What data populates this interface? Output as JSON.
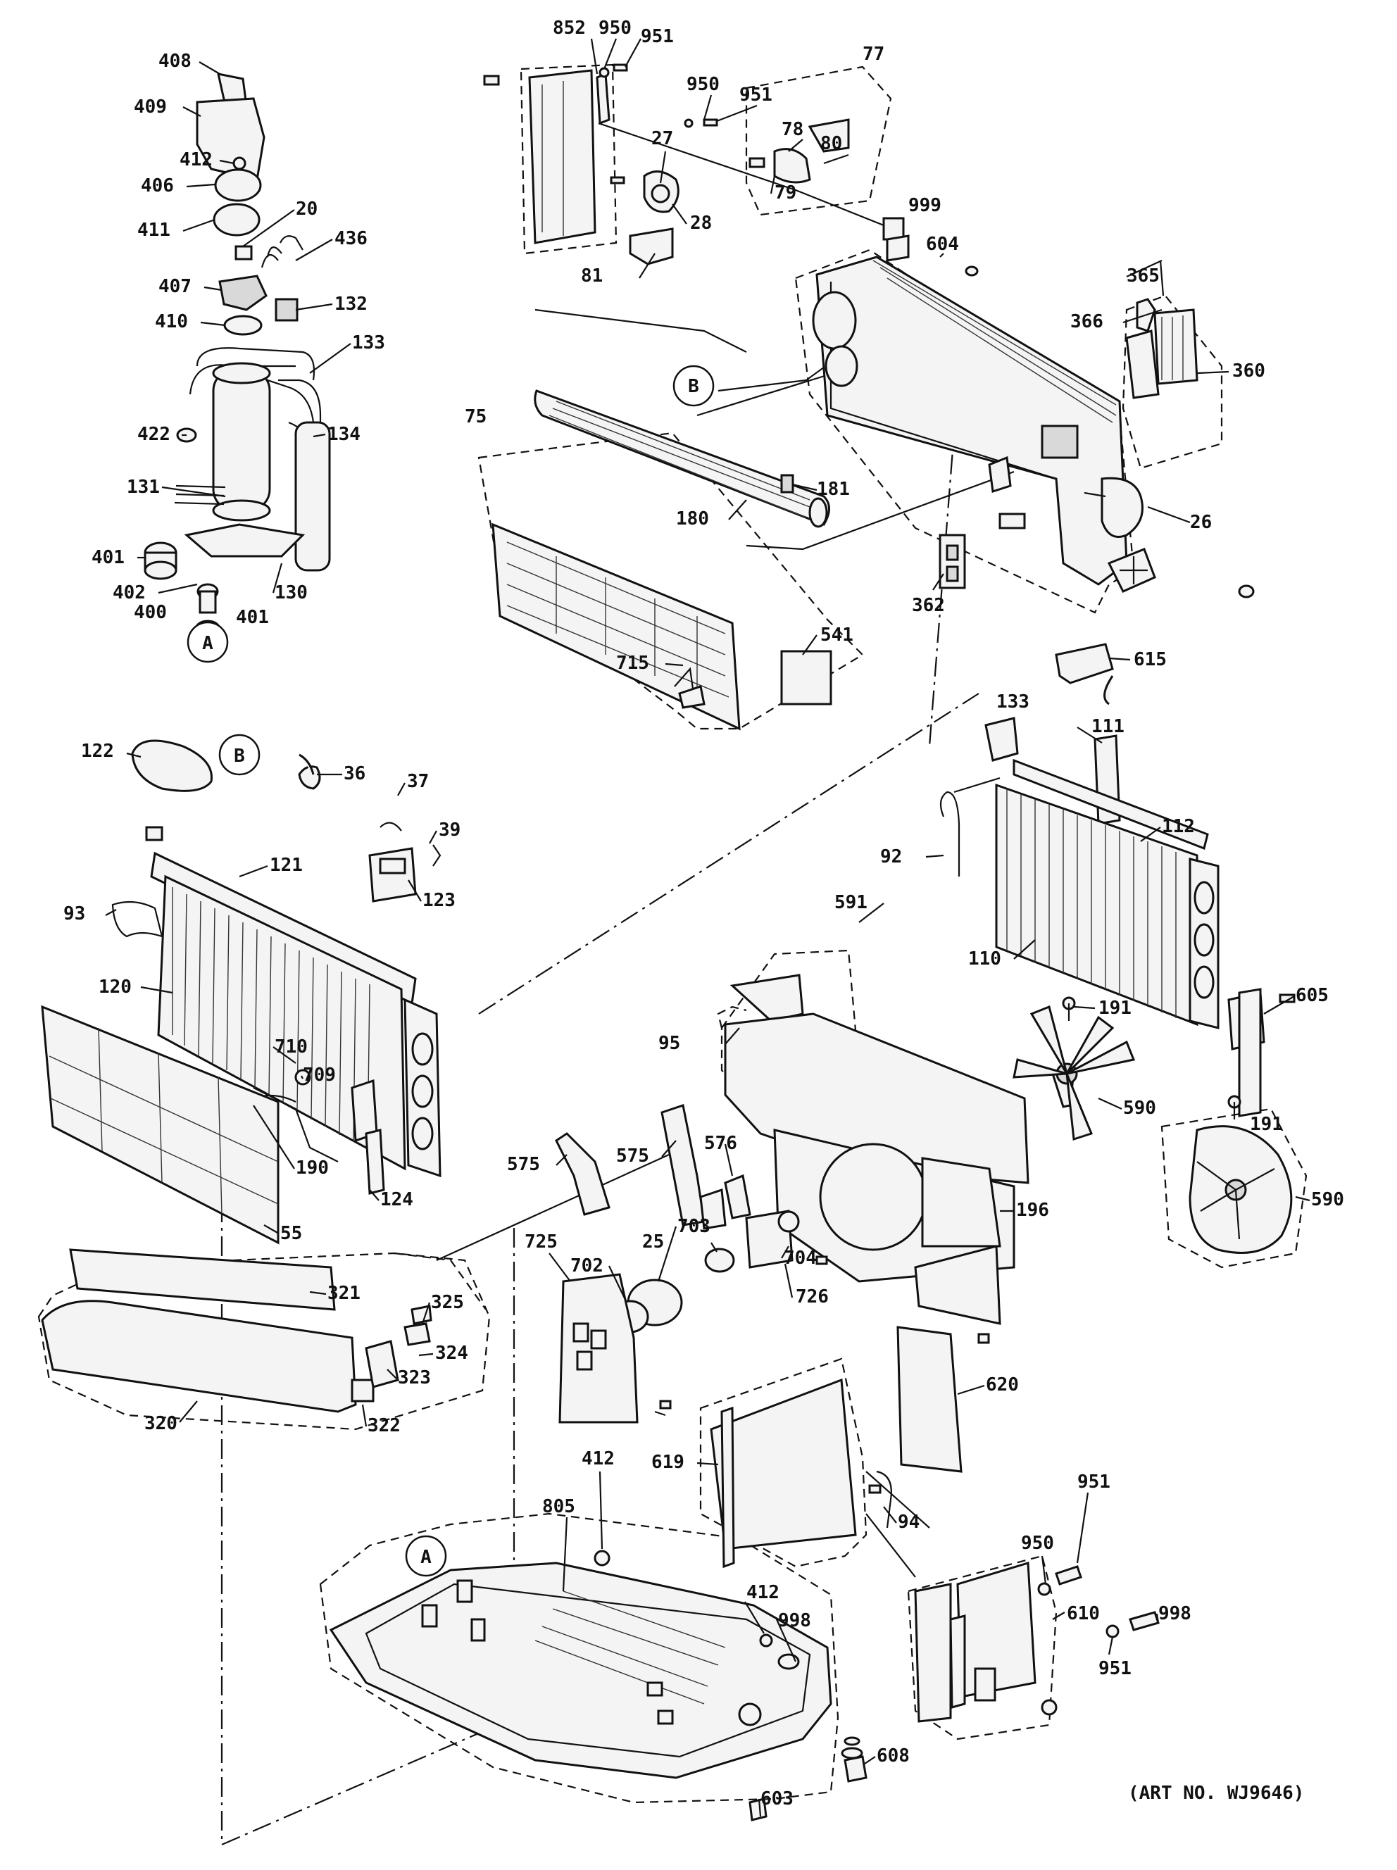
{
  "art_number": "(ART NO. WJ9646)",
  "reference_markers": [
    "A",
    "B"
  ],
  "part_labels": [
    "408",
    "409",
    "412",
    "406",
    "411",
    "20",
    "436",
    "407",
    "132",
    "410",
    "133",
    "422",
    "134",
    "131",
    "401",
    "402",
    "130",
    "400",
    "852",
    "950",
    "951",
    "77",
    "78",
    "80",
    "79",
    "27",
    "28",
    "999",
    "81",
    "604",
    "365",
    "366",
    "360",
    "75",
    "180",
    "181",
    "26",
    "362",
    "541",
    "715",
    "615",
    "122",
    "36",
    "37",
    "39",
    "121",
    "123",
    "93",
    "120",
    "133",
    "111",
    "112",
    "92",
    "110",
    "605",
    "591",
    "191",
    "710",
    "709",
    "95",
    "590",
    "190",
    "124",
    "55",
    "575",
    "576",
    "196",
    "703",
    "25",
    "704",
    "725",
    "702",
    "726",
    "321",
    "325",
    "324",
    "323",
    "322",
    "320",
    "620",
    "805",
    "412",
    "619",
    "94",
    "950",
    "951",
    "998",
    "610",
    "603",
    "608"
  ]
}
